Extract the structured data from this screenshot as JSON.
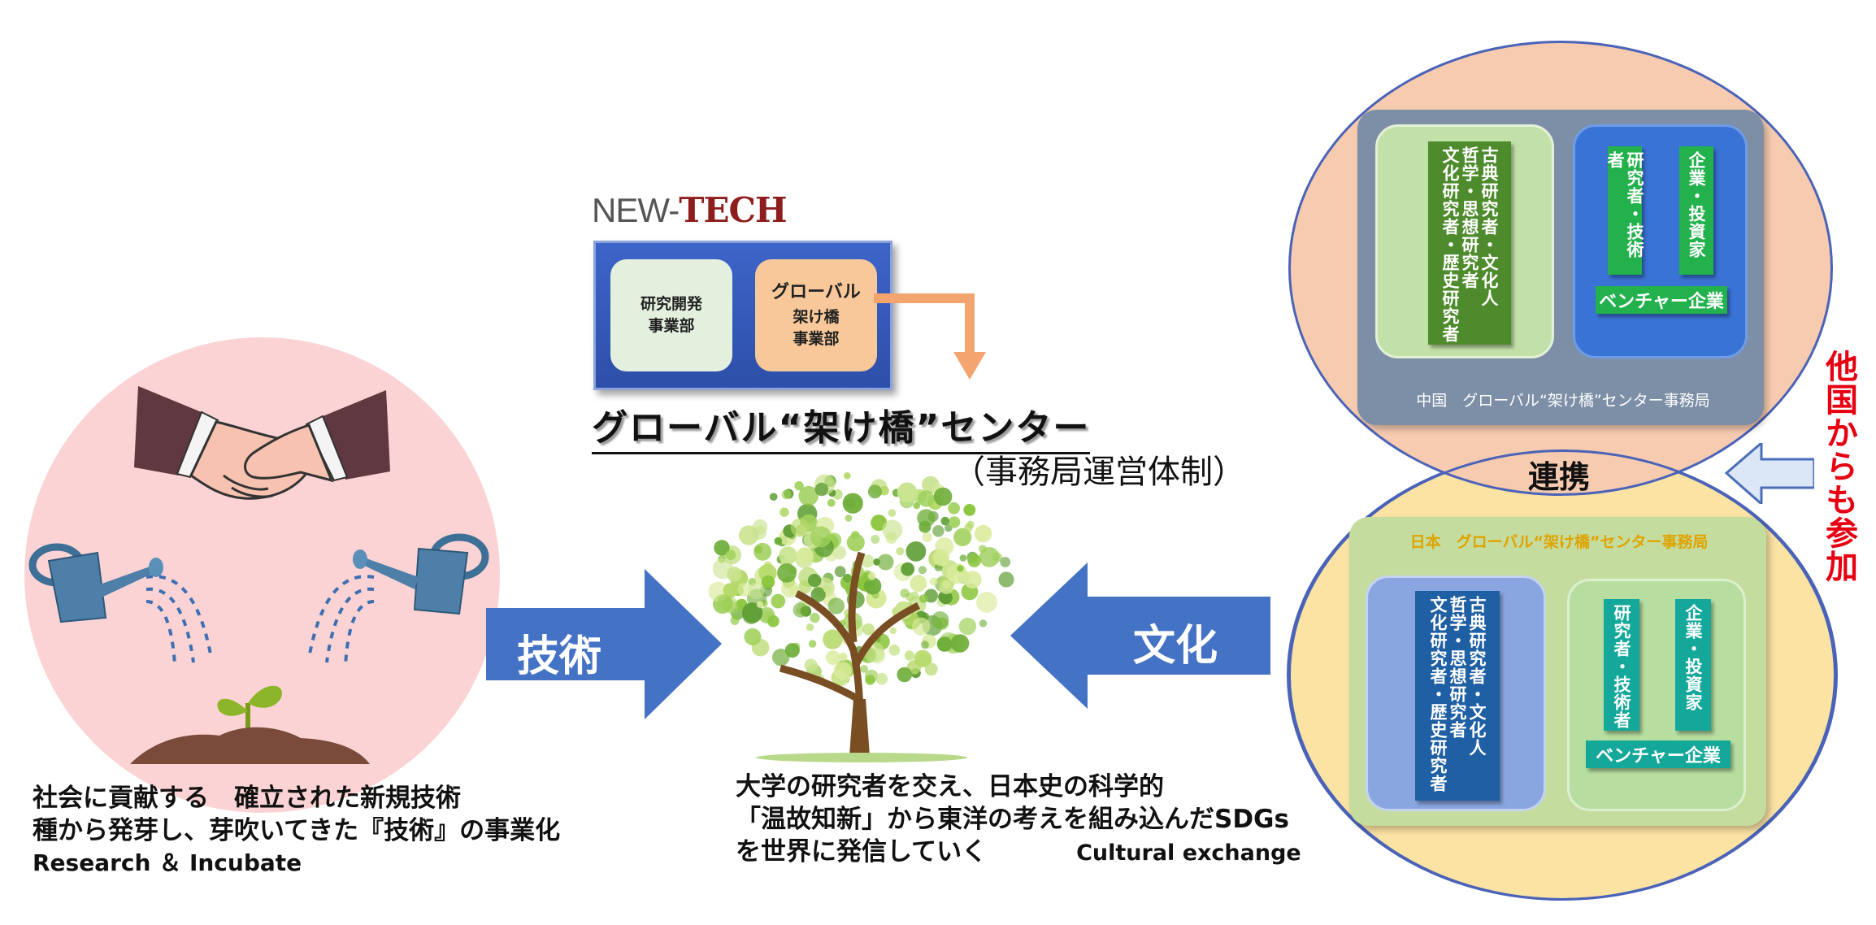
{
  "logo": {
    "new": "NEW-",
    "tech": "TECH"
  },
  "center_box": {
    "rd_line1": "研究開発",
    "rd_line2": "事業部",
    "gb_line1": "グローバル",
    "gb_line2": "架け橋",
    "gb_line3": "事業部"
  },
  "center_title": "グローバル“架け橋”センター",
  "center_subtitle": "（事務局運営体制）",
  "arrow_left": "技術",
  "arrow_right": "文化",
  "left_caption": {
    "line1": "社会に貢献する　確立された新規技術",
    "line2": "種から発芽し、芽吹いてきた『技術』の事業化",
    "line3": "Research ＆ Incubate"
  },
  "mid_caption": {
    "line1": "大学の研究者を交え、日本史の科学的",
    "line2": "「温故知新」から東洋の考えを組み込んだSDGs",
    "line3": "を世界に発信していく",
    "line3_en": "Cultural exchange"
  },
  "china": {
    "col1": "文化研究者・歴史研究者",
    "col2": "哲学・思想研究者",
    "col3": "古典研究者・文化人",
    "researcher": "研究者・技術者",
    "investor": "企業・投資家",
    "venture": "ベンチャー企業",
    "office": "中国　グローバル“架け橋”センター事務局"
  },
  "japan": {
    "office": "日本　グローバル“架け橋”センター事務局",
    "col1": "文化研究者・歴史研究者",
    "col2": "哲学・思想研究者",
    "col3": "古典研究者・文化人",
    "researcher": "研究者・技術者",
    "investor": "企業・投資家",
    "venture": "ベンチャー企業"
  },
  "renkei": "連携",
  "other_countries": "他国からも参加",
  "colors": {
    "arrow_blue": "#4472c4",
    "china_circle": "#f6cbaf",
    "japan_circle": "#fbe3a3",
    "left_circle": "#fbd3d4",
    "accent_red": "#e60012"
  }
}
